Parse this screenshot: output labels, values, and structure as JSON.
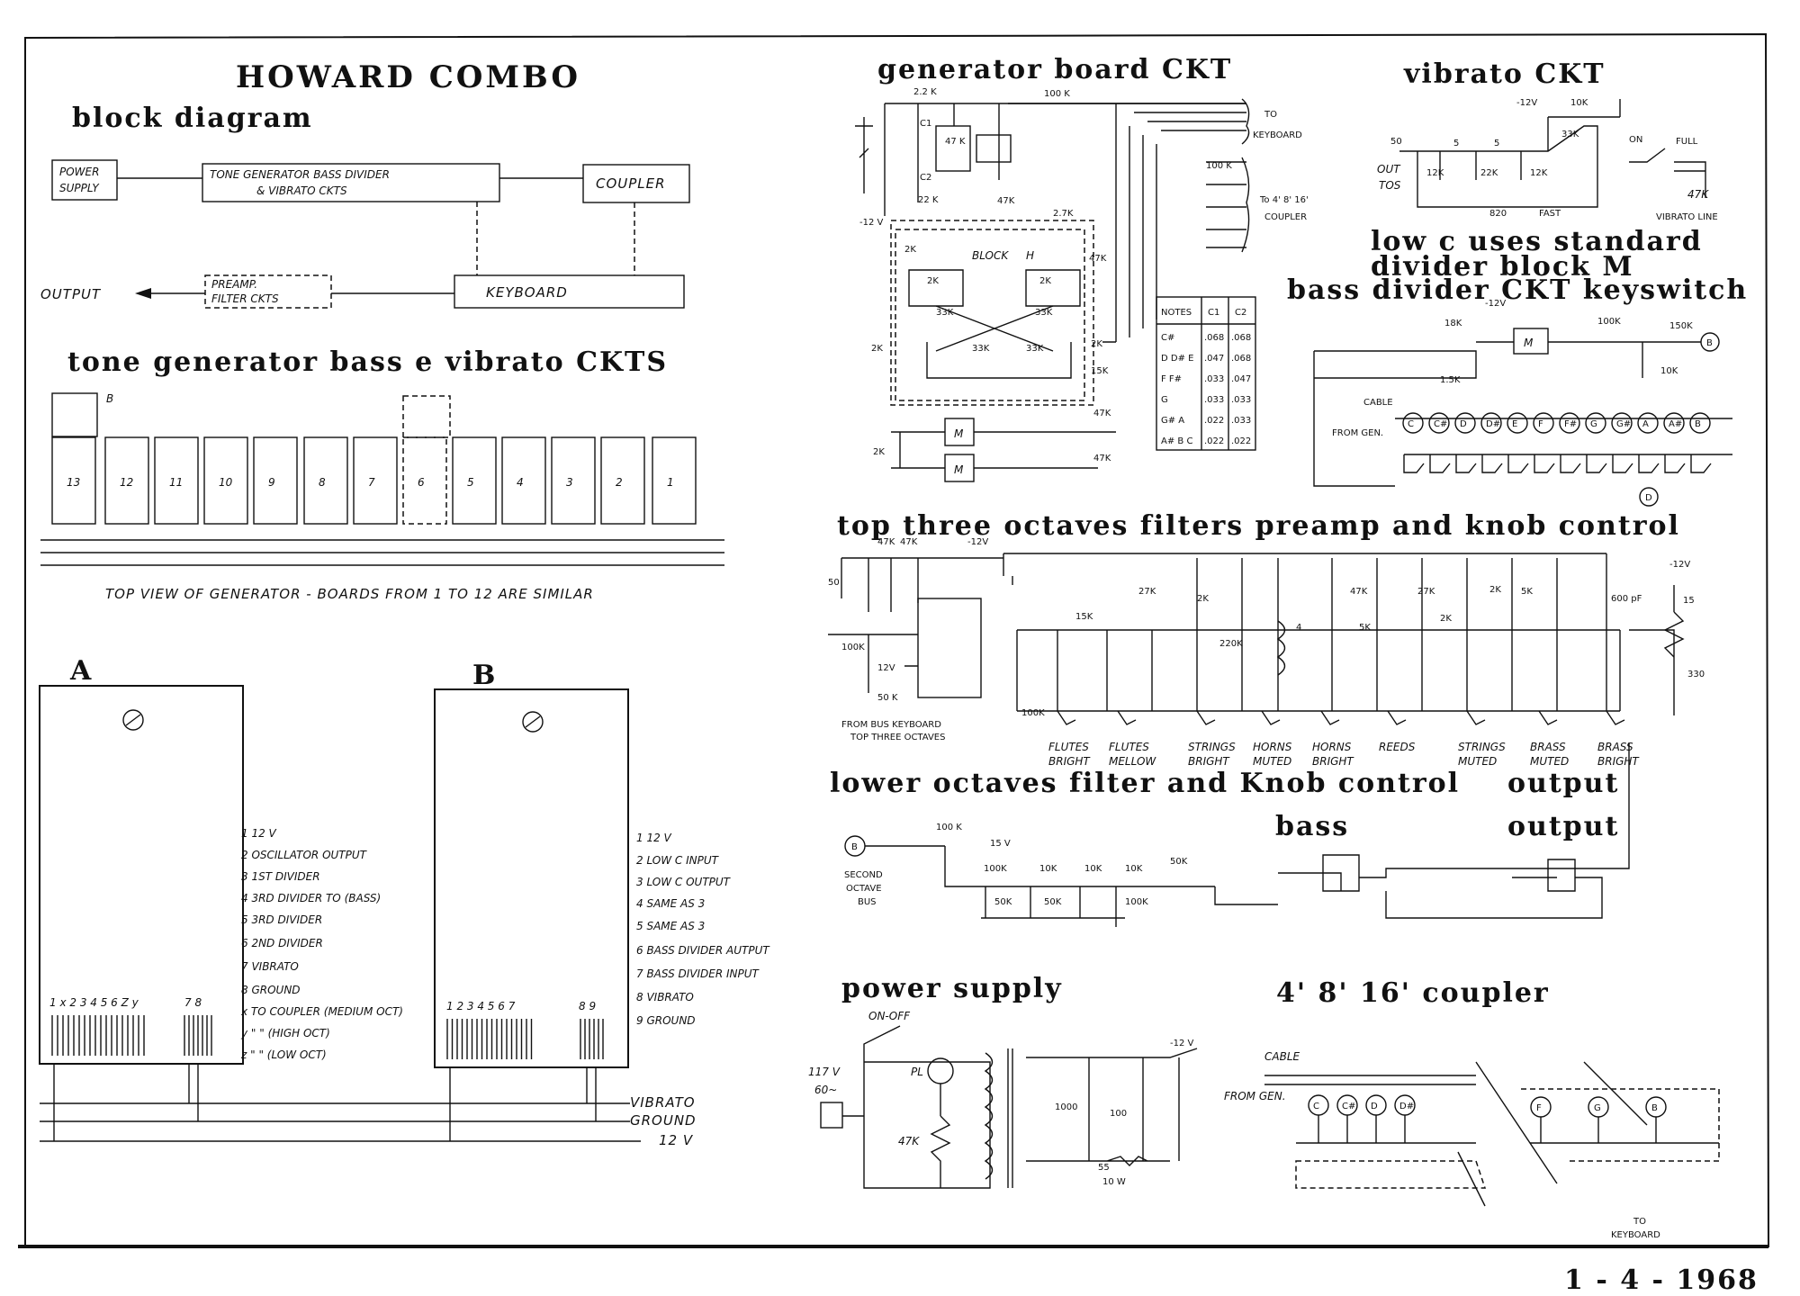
{
  "title": "HOWARD COMBO",
  "block_diagram": {
    "heading": "block diagram",
    "power_supply": [
      "POWER",
      "SUPPLY"
    ],
    "tone_gen": [
      "TONE GENERATOR  BASS DIVIDER",
      "& VIBRATO CKTS"
    ],
    "coupler": "COUPLER",
    "output": "OUTPUT",
    "preamp": [
      "PREAMP.",
      "FILTER  CKTS"
    ],
    "keyboard": "KEYBOARD"
  },
  "tone_section": {
    "heading": "tone generator bass e vibrato CKTS",
    "marker_b": "B",
    "boards": [
      "13",
      "12",
      "11",
      "10",
      "9",
      "8",
      "7",
      "6",
      "5",
      "4",
      "3",
      "2",
      "1"
    ],
    "caption": "TOP VIEW  OF GENERATOR - BOARDS  FROM 1 TO 12  ARE  SIMILAR"
  },
  "board_a": {
    "label": "A",
    "pins": "1 x 2 3 4 5 6 Z y",
    "pins_right": "7 8",
    "legend": [
      "1      12 V",
      "2   OSCILLATOR OUTPUT",
      "3   1ST  DIVIDER",
      "4   3RD DIVIDER  TO (BASS)",
      "5   3RD  DIVIDER",
      "6   2ND DIVIDER",
      "7   VIBRATO",
      "8   GROUND",
      "x   TO COUPLER (MEDIUM OCT)",
      "y     \"    \"     (HIGH OCT)",
      "z     \"    \"     (LOW OCT)"
    ]
  },
  "board_b": {
    "label": "B",
    "pins": "1 2 3 4 5 6 7",
    "pins_right": "8 9",
    "legend": [
      "1   12 V",
      "2   LOW C INPUT",
      "3   LOW  C  OUTPUT",
      "4   SAME AS 3",
      "5   SAME AS 3",
      "6   BASS DIVIDER AUTPUT",
      "7   BASS DIVIDER  INPUT",
      "8   VIBRATO",
      "9   GROUND"
    ]
  },
  "bus_labels": [
    "VIBRATO",
    "GROUND",
    "12 V"
  ],
  "generator_board": {
    "heading": "generator board CKT",
    "r1": "2.2 K",
    "r2": "100 K",
    "c1": "C1",
    "c2": "C2",
    "r3": "47 K",
    "r4": "22 K",
    "supply": "-12 V",
    "block": "BLOCK",
    "block_tag": "H",
    "to_keyboard": [
      "TO",
      "KEYBOARD"
    ],
    "to_coupler": [
      "To 4' 8' 16'",
      "COUPLER"
    ],
    "r5": "100 K",
    "values": [
      "47K",
      "2.7K",
      "47K",
      "2K",
      "33K",
      "33K",
      "2K",
      "33K",
      "33K",
      "2K",
      "15K",
      "47K",
      "47K",
      "2K",
      "2K",
      "2K"
    ],
    "m_block": "M"
  },
  "notes_table": {
    "header": [
      "NOTES",
      "C1",
      "C2"
    ],
    "rows": [
      [
        "C#",
        ".068",
        ".068"
      ],
      [
        "D D# E",
        ".047",
        ".068"
      ],
      [
        "F F#",
        ".033",
        ".047"
      ],
      [
        "G",
        ".033",
        ".033"
      ],
      [
        "G# A",
        ".022",
        ".033"
      ],
      [
        "A# B C",
        ".022",
        ".022"
      ]
    ]
  },
  "vibrato": {
    "heading": "vibrato CKT",
    "in_val": "50",
    "out": [
      "OUT",
      "TOS"
    ],
    "vals": [
      "-12V",
      "10K",
      "5",
      "5",
      "33K",
      "12K",
      "22K",
      "12K",
      "820",
      "FAST",
      "ON",
      "FULL",
      "47K",
      "VIBRATO LINE"
    ]
  },
  "low_c_note": [
    "low c uses standard",
    "divider block M"
  ],
  "bass_divider": {
    "heading": "bass divider CKT  keyswitch",
    "vals": [
      "18K",
      "-12V",
      "100K",
      "150K",
      "10K",
      "1.5K"
    ],
    "m": "M",
    "b": "B",
    "cable": "CABLE",
    "from_gen": "FROM GEN.",
    "notes": [
      "C",
      "C#",
      "D",
      "D#",
      "E",
      "F",
      "F#",
      "G",
      "G#",
      "A",
      "A#",
      "B"
    ],
    "d_mark": "D"
  },
  "preamp": {
    "heading": "top three  octaves  filters  preamp  and  knob  control",
    "vals": [
      "47K",
      "47K",
      "-12V",
      "50",
      "100K",
      "12V",
      "50 K",
      "15K",
      "27K",
      "2K",
      "220K",
      "47K",
      "27K",
      "2K",
      "600 pF",
      "-12V",
      "15",
      "330",
      "100K",
      "4",
      "2K",
      "5K",
      "5K"
    ],
    "source": [
      "FROM BUS KEYBOARD",
      "TOP THREE OCTAVES"
    ],
    "stops": [
      [
        "FLUTES",
        "BRIGHT"
      ],
      [
        "FLUTES",
        "MELLOW"
      ],
      [
        "STRINGS",
        "BRIGHT"
      ],
      [
        "HORNS",
        "MUTED"
      ],
      [
        "HORNS",
        "BRIGHT"
      ],
      [
        "REEDS",
        ""
      ],
      [
        "STRINGS",
        "MUTED"
      ],
      [
        "BRASS",
        "MUTED"
      ],
      [
        "BRASS",
        "BRIGHT"
      ]
    ]
  },
  "lower": {
    "heading": "lower octaves filter and  Knob control",
    "output_top": "output",
    "bass": "bass",
    "output": "output",
    "bus": [
      "SECOND",
      "OCTAVE",
      "BUS"
    ],
    "b": "B",
    "vals": [
      "100 K",
      "15 V",
      "100K",
      "10K",
      "10K",
      "10K",
      "50K",
      "50K",
      "50K",
      "100K"
    ]
  },
  "power_supply": {
    "heading": "power  supply",
    "switch": "ON-OFF",
    "mains": [
      "117 V",
      "60~"
    ],
    "pl": "PL",
    "r": "47K",
    "vals": [
      "-12 V",
      "1000",
      "100",
      "55",
      "10 W"
    ]
  },
  "coupler": {
    "heading": "4'  8'  16'  coupler",
    "cable": "CABLE",
    "from_gen": "FROM GEN.",
    "notes_left": [
      "C",
      "C#",
      "D",
      "D#"
    ],
    "notes_right": [
      "F",
      "G",
      "B"
    ],
    "to_keyboard": [
      "TO",
      "KEYBOARD"
    ]
  },
  "date": "1 - 4 - 1968"
}
